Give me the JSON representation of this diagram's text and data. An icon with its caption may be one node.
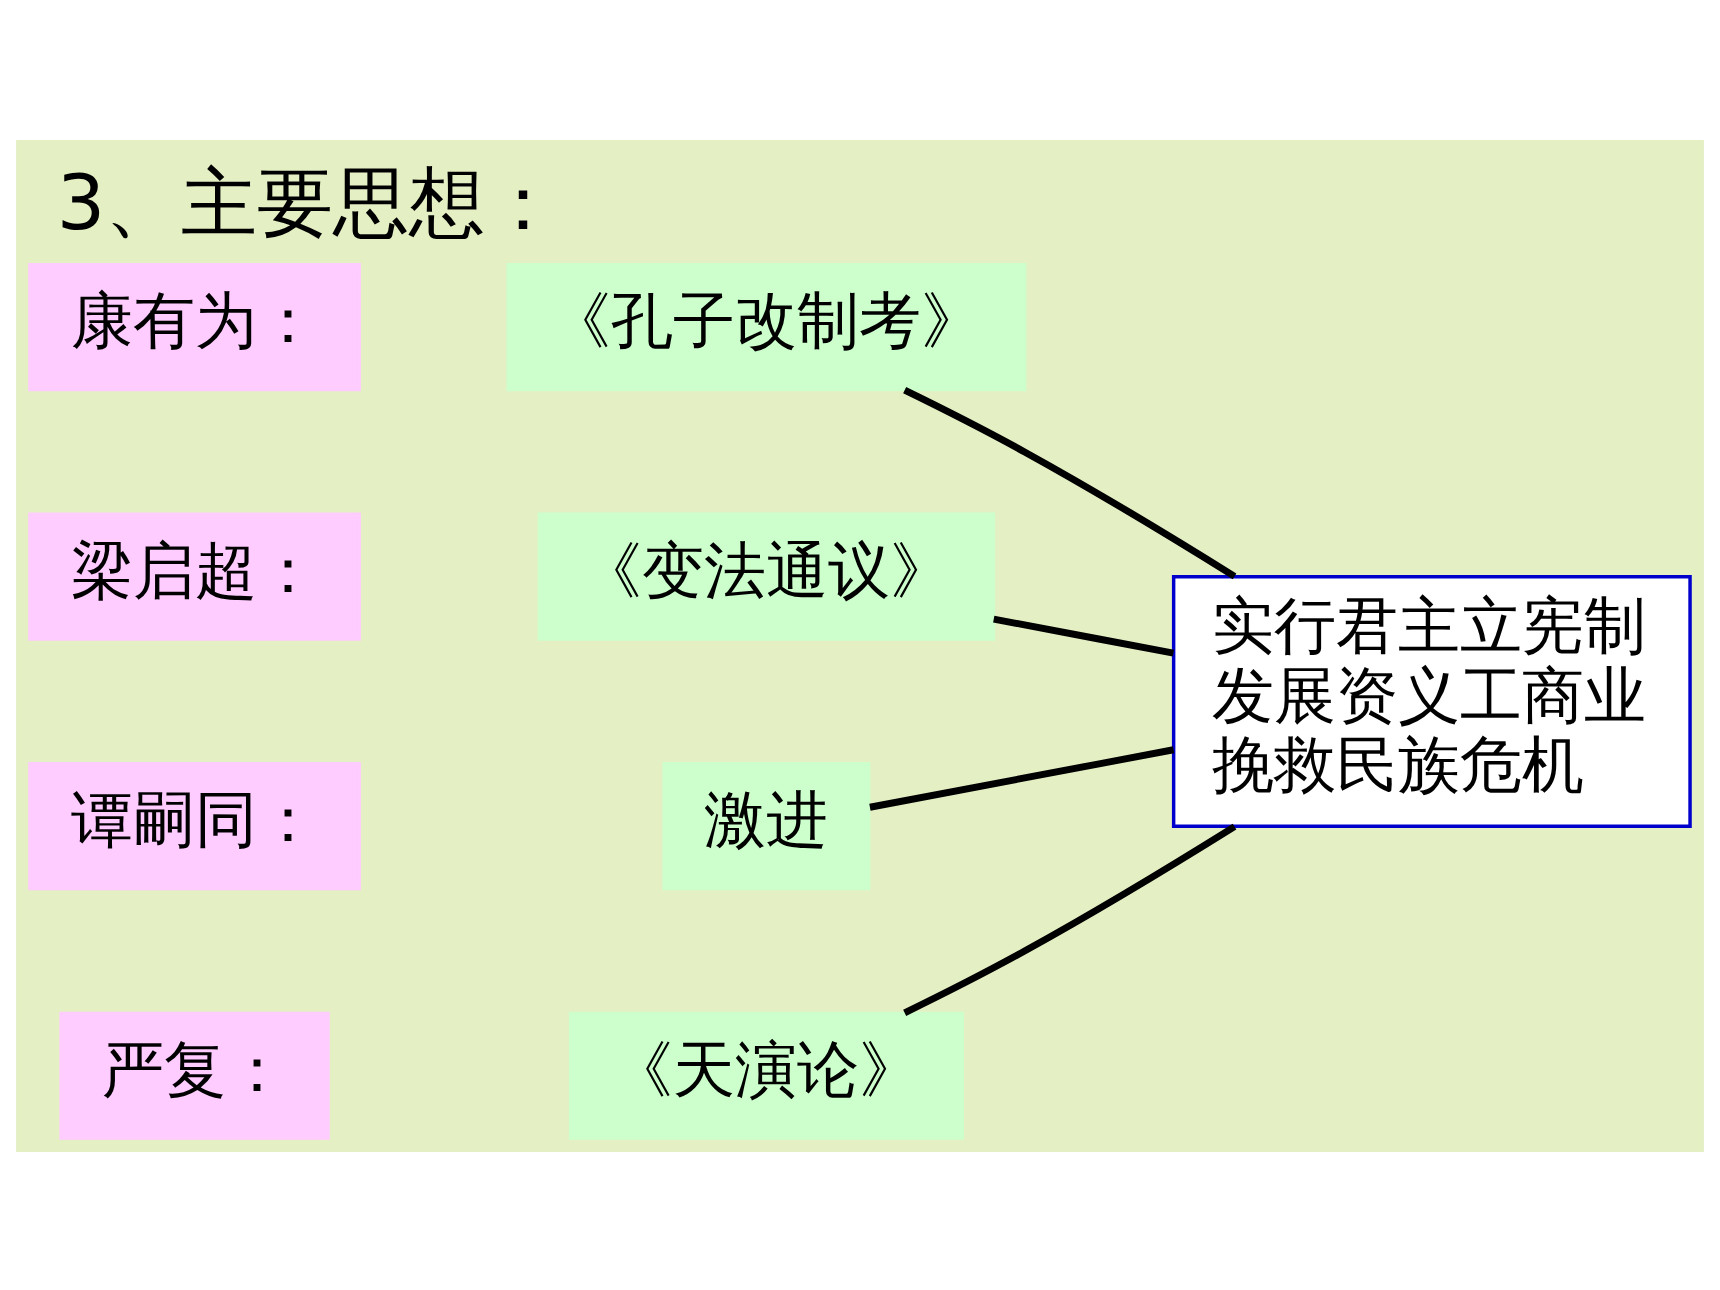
{
  "diagram": {
    "title": "3、主要思想：",
    "nodes": [
      {
        "text": [
          "康有为："
        ]
      },
      {
        "text": [
          "《孔子改制考》"
        ]
      },
      {
        "text": [
          "梁启超："
        ]
      },
      {
        "text": [
          "《变法通议》"
        ]
      },
      {
        "text": [
          "谭嗣同："
        ]
      },
      {
        "text": [
          "激进"
        ]
      },
      {
        "text": [
          "严复："
        ]
      },
      {
        "text": [
          "《天演论》"
        ]
      },
      {
        "text": [
          "实行君主立宪制",
          "发展资义工商业",
          "挽救民族危机"
        ]
      }
    ],
    "edges": [
      {
        "from": 1,
        "to": 8,
        "arrow": "none"
      },
      {
        "from": 3,
        "to": 8,
        "arrow": "none"
      },
      {
        "from": 5,
        "to": 8,
        "arrow": "none"
      },
      {
        "from": 7,
        "to": 8,
        "arrow": "none"
      }
    ]
  }
}
